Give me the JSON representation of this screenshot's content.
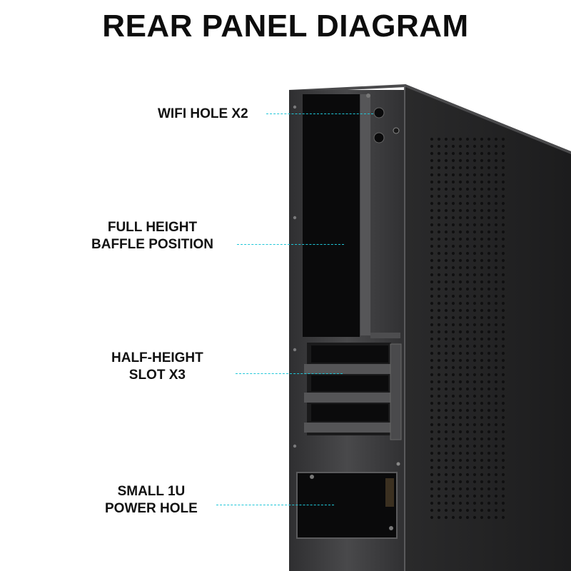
{
  "title": "REAR PANEL DIAGRAM",
  "callouts": [
    {
      "id": "wifi",
      "lines": [
        "WIFI HOLE X2"
      ]
    },
    {
      "id": "baffle",
      "lines": [
        "FULL HEIGHT",
        "BAFFLE POSITION"
      ]
    },
    {
      "id": "slot",
      "lines": [
        "HALF-HEIGHT",
        "SLOT X3"
      ]
    },
    {
      "id": "power",
      "lines": [
        "SMALL 1U",
        "POWER HOLE"
      ]
    }
  ],
  "colors": {
    "leader": "#1fc6d8",
    "chassis_front": "#3a3a3c",
    "chassis_side": "#262627",
    "opening": "#0b0b0c"
  }
}
